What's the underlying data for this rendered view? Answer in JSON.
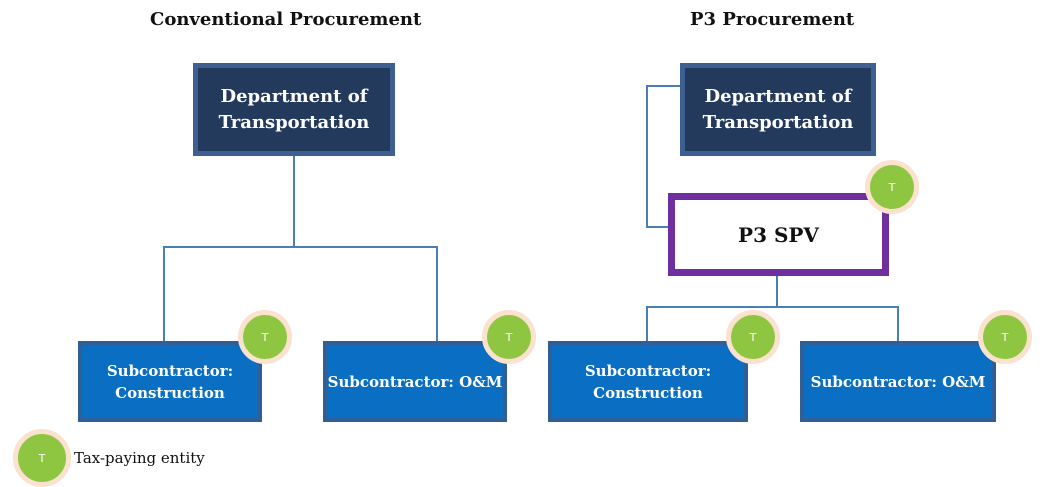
{
  "titles": {
    "conventional": "Conventional Procurement",
    "p3": "P3 Procurement"
  },
  "conventional": {
    "dot": "Department of Transportation",
    "sub_construction": "Subcontractor: Construction",
    "sub_om": "Subcontractor: O&M"
  },
  "p3": {
    "dot": "Department of Transportation",
    "spv": "P3 SPV",
    "sub_construction": "Subcontractor: Construction",
    "sub_om": "Subcontractor: O&M"
  },
  "badge_letter": "T",
  "legend": {
    "label": "Tax-paying entity"
  },
  "colors": {
    "dot_fill": "#233a5c",
    "sub_fill": "#0a6fc2",
    "spv_border": "#6f2f9f",
    "badge_fill": "#8ec641",
    "badge_ring": "#fae2cf",
    "connector": "#4a7fb5"
  }
}
